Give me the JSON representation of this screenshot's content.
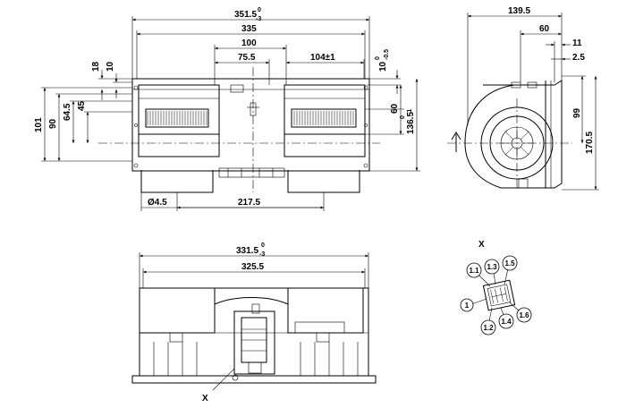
{
  "front_view": {
    "overall_width": "351.5",
    "overall_tol_upper": "0",
    "overall_tol_lower": "-3",
    "inner_width": "335",
    "center_distance": "100",
    "center_half": "75.5",
    "right_offset": "104±1",
    "top_offset": "10",
    "top_tol_upper": "0",
    "top_tol_lower": "-0.5",
    "outlet_height": "60",
    "total_height": "136.5",
    "height_tol_upper": "0",
    "height_tol_lower": "-1",
    "left_101": "101",
    "left_90": "90",
    "left_64_5": "64.5",
    "left_45": "45",
    "left_18": "18",
    "left_10": "10",
    "hole_diameter": "Ø4.5",
    "hole_spacing": "217.5"
  },
  "side_view": {
    "depth": "139.5",
    "d60": "60",
    "d11": "11",
    "d2_5": "2.5",
    "d99": "99",
    "d170_5": "170.5"
  },
  "bottom_view": {
    "overall_width": "331.5",
    "overall_tol_upper": "0",
    "overall_tol_lower": "-3",
    "inner_width": "325.5",
    "detail_marker": "X"
  },
  "detail_x": {
    "title": "X",
    "pins": [
      "1.1",
      "1.3",
      "1.5",
      "1",
      "1.2",
      "1.4",
      "1.6"
    ]
  }
}
